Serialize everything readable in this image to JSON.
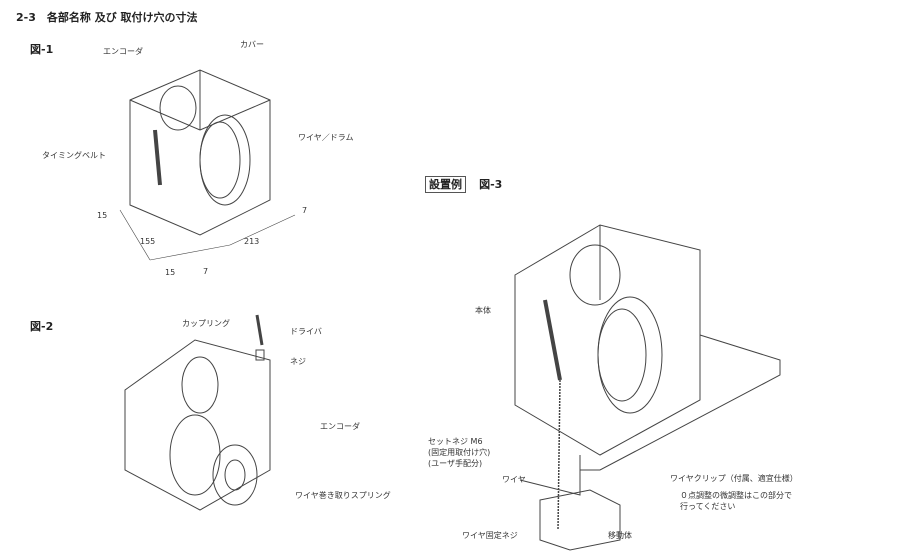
{
  "heading": "2-3　各部名称 及び 取付け穴の寸法",
  "fig1": {
    "label": "図-1",
    "parts": {
      "encoder": "エンコーダ",
      "cover": "カバー",
      "wire_drum": "ワイヤ／ドラム",
      "timing_belt": "タイミングベルト"
    },
    "dims": {
      "d15a": "15",
      "d155": "155",
      "d15b": "15",
      "d7a": "7",
      "d213": "213",
      "d7b": "7"
    }
  },
  "fig2": {
    "label": "図-2",
    "parts": {
      "coupling": "カップリング",
      "driver": "ドライバ",
      "screw": "ネジ",
      "encoder": "エンコーダ",
      "spring": "ワイヤ巻き取りスプリング"
    }
  },
  "fig3": {
    "tag": "設置例",
    "label": "図-3",
    "parts": {
      "body": "本体",
      "setscrew_1": "セットネジ M6",
      "setscrew_2": "(固定用取付け穴)",
      "setscrew_3": "(ユーザ手配分)",
      "wire": "ワイヤ",
      "wire_clip": "ワイヤクリップ（付属、適宜仕様）",
      "note_1": "０点調整の微調整はこの部分で",
      "note_2": "行ってください",
      "wire_fix_screw": "ワイヤ固定ネジ",
      "moving_body": "移動体"
    }
  }
}
